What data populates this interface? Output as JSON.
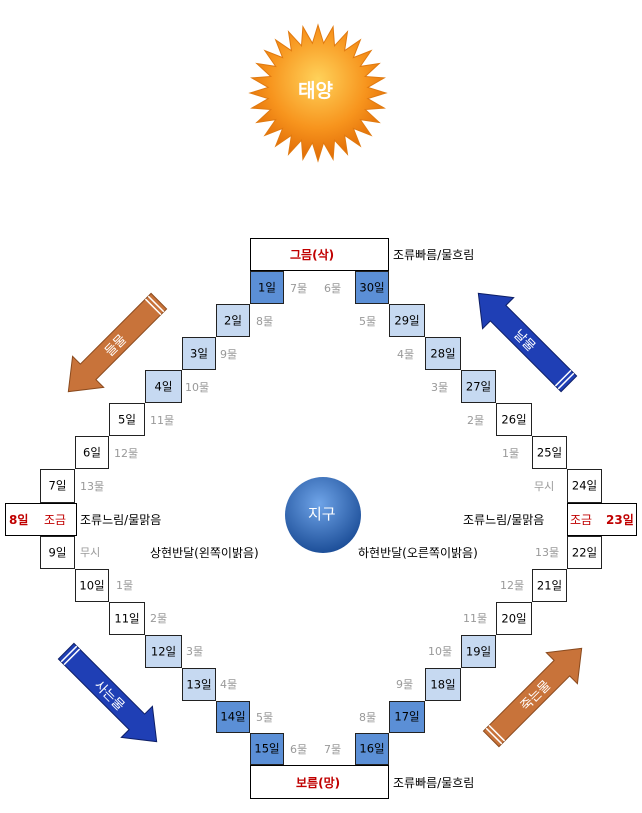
{
  "sun": {
    "label": "태양"
  },
  "earth": {
    "label": "지구"
  },
  "phases": {
    "new_moon": "그믐(삭)",
    "full_moon": "보름(망)",
    "first_quarter": "상현반달(왼쪽이밝음)",
    "last_quarter": "하현반달(오른쪽이밝음)"
  },
  "currents": {
    "fast_top": "조류빠름/물흐림",
    "fast_bottom": "조류빠름/물흐림",
    "slow_left": "조류느림/물맑음",
    "slow_right": "조류느림/물맑음"
  },
  "neap": {
    "left_day": "8일",
    "left_label": "조금",
    "right_day": "23일",
    "right_label": "조금"
  },
  "arrows": {
    "top_left": "들물",
    "top_right": "날물",
    "bottom_left": "사는물",
    "bottom_right": "죽는물"
  },
  "days": {
    "d1": "1일",
    "d2": "2일",
    "d3": "3일",
    "d4": "4일",
    "d5": "5일",
    "d6": "6일",
    "d7": "7일",
    "d9": "9일",
    "d10": "10일",
    "d11": "11일",
    "d12": "12일",
    "d13": "13일",
    "d14": "14일",
    "d15": "15일",
    "d16": "16일",
    "d17": "17일",
    "d18": "18일",
    "d19": "19일",
    "d20": "20일",
    "d21": "21일",
    "d22": "22일",
    "d24": "24일",
    "d25": "25일",
    "d26": "26일",
    "d27": "27일",
    "d28": "28일",
    "d29": "29일",
    "d30": "30일"
  },
  "tides": {
    "t1_2": "1물",
    "t1_7": "7물",
    "t1_6": "6물",
    "t1_5": "5물",
    "t1_8": "8물",
    "t1_9": "9물",
    "t1_4": "4물",
    "t1_10": "10물",
    "t1_3": "3물",
    "t1_11": "11물",
    "t1_2b": "2물",
    "t1_12": "12물",
    "t1_1": "1물",
    "t1_13": "13물",
    "t1_musi": "무시",
    "t2_musi": "무시",
    "t2_13": "13물",
    "t2_1": "1물",
    "t2_12": "12물",
    "t2_2": "2물",
    "t2_11": "11물",
    "t2_3": "3물",
    "t2_10": "10물",
    "t2_4": "4물",
    "t2_9": "9물",
    "t2_5": "5물",
    "t2_8": "8물",
    "t2_6": "6물",
    "t2_7": "7물"
  },
  "colors": {
    "dark_cell": "#5b8fd6",
    "light_cell": "#c6d9f1",
    "neap_red": "#c00000",
    "sun": "#f7941d",
    "earth": "#2e6eb5",
    "arrow_orange": "#c8733a",
    "arrow_blue": "#1f3fb5"
  }
}
